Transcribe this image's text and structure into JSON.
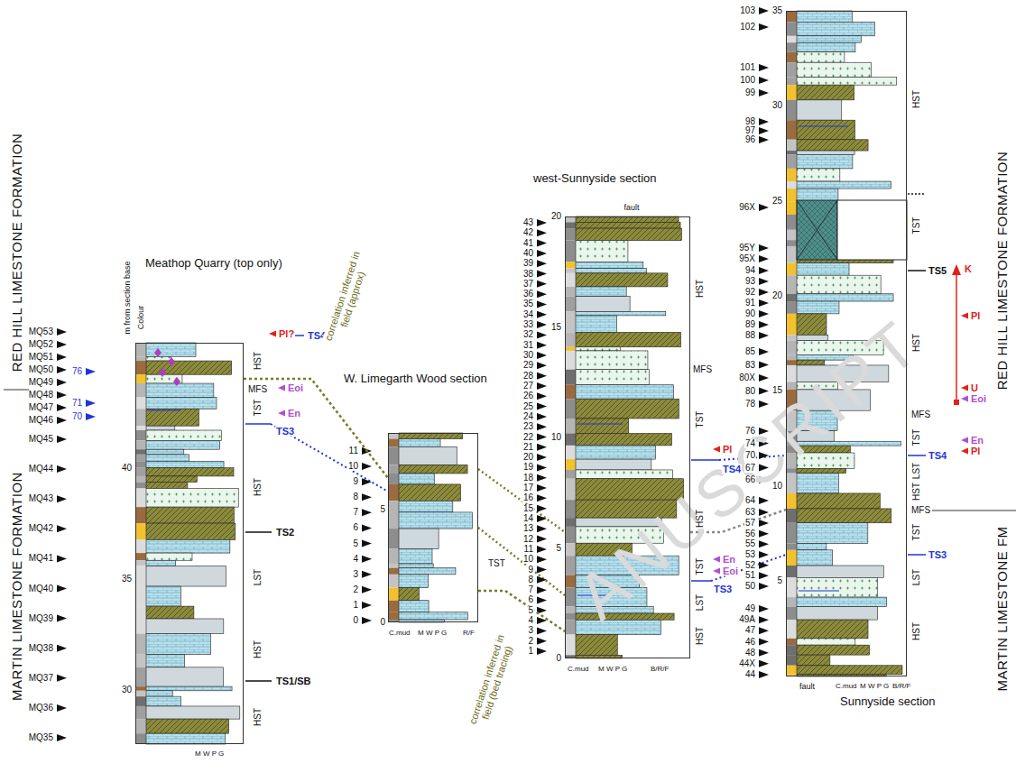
{
  "diagram": {
    "nodes": [
      {
        "text": [
          "Meathop Quarry (top only)"
        ]
      },
      {
        "text": [
          "W. Limegarth Wood section"
        ]
      },
      {
        "text": [
          "west-Sunnyside section"
        ]
      },
      {
        "text": [
          "Sunnyside section"
        ]
      }
    ],
    "edges": [
      {
        "from": 0,
        "to": 1,
        "arrow": "none",
        "label": "correlation inferred in field (approx)"
      },
      {
        "from": 1,
        "to": 2,
        "arrow": "none",
        "label": "correlation inferred in field (bed tracing)"
      },
      {
        "from": 2,
        "to": 3,
        "arrow": "none"
      }
    ],
    "labels": [
      "RED HILL LIMESTONE FORMATION",
      "MARTIN LIMESTONE FORMATION",
      "RED HILL LIMESTONE FORMATION",
      "MARTIN LIMESTONE FM",
      "m from section base",
      "Colour",
      "MQ53",
      "MQ52",
      "MQ51",
      "MQ50",
      "MQ49",
      "MQ48",
      "MQ47",
      "MQ46",
      "MQ45",
      "MQ44",
      "MQ43",
      "MQ42",
      "MQ41",
      "MQ40",
      "MQ39",
      "MQ38",
      "MQ37",
      "MQ36",
      "MQ35",
      "76",
      "71",
      "70",
      "40",
      "35",
      "30",
      "Pl?",
      "TS4?",
      "HST",
      "MFS",
      "Eoi",
      "TST",
      "En",
      "TS3",
      "HST",
      "TS2",
      "LST",
      "HST",
      "TS1/SB",
      "HST",
      "M W P G",
      "11",
      "10",
      "9",
      "8",
      "7",
      "6",
      "5",
      "4",
      "3",
      "2",
      "1",
      "0",
      "5",
      "0",
      "TST",
      "C.mud",
      "M W P G",
      "R/F",
      "fault",
      "43",
      "42",
      "41",
      "40",
      "39",
      "38",
      "37",
      "36",
      "35",
      "34",
      "33",
      "32",
      "31",
      "30",
      "29",
      "28",
      "27",
      "26",
      "25",
      "24",
      "23",
      "22",
      "21",
      "20",
      "19",
      "18",
      "17",
      "16",
      "15",
      "14",
      "13",
      "12",
      "11",
      "10",
      "9",
      "8",
      "7",
      "6",
      "5",
      "4",
      "3",
      "2",
      "1",
      "20",
      "15",
      "10",
      "5",
      "0",
      "HST",
      "MFS",
      "TST",
      "Pl",
      "TS4",
      "HST",
      "TST",
      "En",
      "Eoi",
      "TS3",
      "LST",
      "HST",
      "C.mud",
      "M W P G",
      "B/R/F",
      "103",
      "102",
      "101",
      "100",
      "99",
      "98",
      "97",
      "96",
      "96X",
      "95Y",
      "95X",
      "94",
      "93",
      "92",
      "91",
      "90",
      "89",
      "88",
      "85",
      "83",
      "80X",
      "80",
      "78",
      "76",
      "74",
      "70",
      "67",
      "66",
      "64",
      "63",
      "57",
      "56",
      "55",
      "53",
      "52",
      "51",
      "50",
      "49",
      "49A",
      "47",
      "46",
      "48",
      "44X",
      "44",
      "35",
      "30",
      "25",
      "20",
      "15",
      "10",
      "5",
      "HST",
      "TST",
      "TS5",
      "K",
      "Pl",
      "HST",
      "U",
      "Eoi",
      "MFS",
      "TST",
      "En",
      "Pl",
      "TS4",
      "LST",
      "HST",
      "MFS",
      "TST",
      "TS3",
      "LST",
      "HST",
      "fault",
      "C.mud",
      "M W P G",
      "B/R/F",
      "ANUSCRIPT"
    ]
  }
}
